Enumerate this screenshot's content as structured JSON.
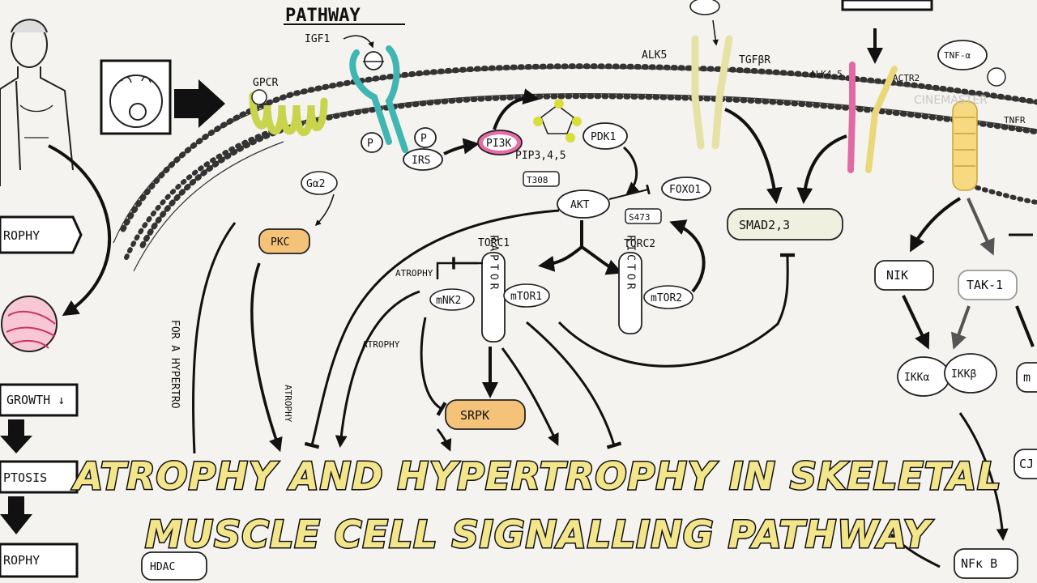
{
  "header": {
    "pathway_heading": "PATHWAY"
  },
  "watermark": "CINEMASTER",
  "ligands": {
    "igf1": "IGF1",
    "tnf_alpha": "TNF-α"
  },
  "receptors": {
    "gpcr": "GPCR",
    "alk5": "ALK5",
    "tgfbr": "TGFβR",
    "alk45": "ALK4,5",
    "actr2": "ACTR2",
    "tnfr": "TNFR"
  },
  "nodes": {
    "p1": "P",
    "p2": "P",
    "irs": "IRS",
    "pi3k": "PI3K",
    "pdk1": "PDK1",
    "pip3": "PIP3,4,5",
    "t308": "T308",
    "akt": "AKT",
    "s473": "S473",
    "foxo1": "FOXO1",
    "gq2": "Gα2",
    "pkc": "PKC",
    "smad": "SMAD2,3",
    "torc1": "TORC1",
    "torc2": "TORC2",
    "raptor": "RAPTOR",
    "rictor": "RICTOR",
    "mtor1": "mTOR1",
    "mtor2": "mTOR2",
    "mnk2": "mNK2",
    "srpk": "SRPK",
    "nik": "NIK",
    "tak1": "TAK-1",
    "ikka": "IKKα",
    "ikkb": "IKKβ",
    "nfkb": "NFκ B",
    "hdac": "HDAC",
    "m_partial": "m",
    "cj_partial": "CJ"
  },
  "labels": {
    "atrophy1": "ATROPHY",
    "atrophy2": "ATROPHY",
    "atrophy3": "ATROPHY",
    "for_hypertrophy": "FOR A HYPERTRO"
  },
  "left_flow": {
    "trophy": "ROPHY",
    "growth": "GROWTH ↓",
    "ptosis": "PTOSIS",
    "rophy2": "ROPHY"
  },
  "title": {
    "line1": "ATROPHY AND HYPERTROPHY IN SKELETAL",
    "line2": "MUSCLE CELL SIGNALLING PATHWAY"
  }
}
